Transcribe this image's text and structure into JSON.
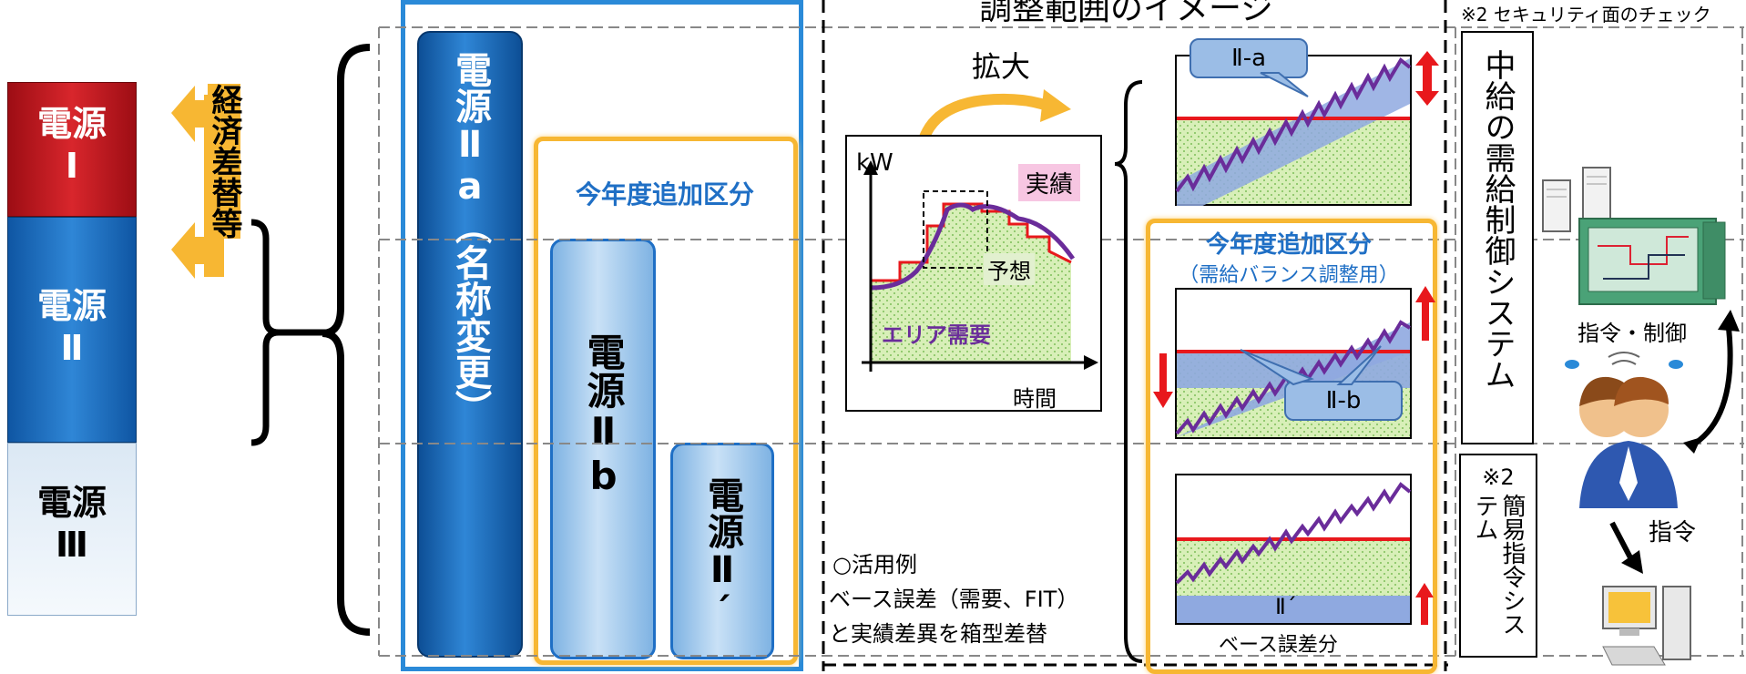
{
  "left": {
    "source1": {
      "line1": "電源",
      "line2": "Ⅰ"
    },
    "source2": {
      "line1": "電源",
      "line2": "Ⅱ"
    },
    "source3": {
      "line1": "電源",
      "line2": "Ⅲ"
    },
    "replace_label": "経済差替等"
  },
  "middle": {
    "source2a": "電源Ⅱa（名称変更）",
    "new_category_title": "今年度追加区分",
    "source2b": "電源Ⅱb",
    "source2prime": "電源Ⅱ´"
  },
  "center": {
    "header": "調整範囲のイメージ",
    "expand_label": "拡大",
    "kw_label": "kW",
    "time_label": "時間",
    "actual_label": "実績",
    "forecast_label": "予想",
    "area_demand_label": "エリア需要",
    "usage_title": "○活用例",
    "usage_line1": "ベース誤差（需要、FIT）",
    "usage_line2": "と実績差異を箱型差替"
  },
  "right": {
    "callout_2a": "Ⅱ-a",
    "new_category_title": "今年度追加区分",
    "new_category_sub": "（需給バランス調整用）",
    "callout_2b": "Ⅱ-b",
    "prime_label": "Ⅱ´",
    "base_error_label": "ベース誤差分"
  },
  "far_right": {
    "note_top": "※2 セキュリティ面のチェック",
    "central_system": "中給の需給制御システム",
    "note2": "※2",
    "simple_system": "簡易指令システム",
    "command_control": "指令・制御",
    "command": "指令"
  },
  "colors": {
    "source1_red": "#c0141c",
    "source2_blue": "#1f6fc5",
    "orange_frame": "#f7b733",
    "demand_purple": "#6a2c9a",
    "red_line": "#e8181c",
    "area_green": "#cfe8b0"
  },
  "icons": [
    "up-arrow-icon",
    "down-arrow-icon",
    "double-arrow-icon",
    "server-icon",
    "control-panel-icon",
    "operators-icon",
    "computer-icon",
    "curved-arrow-icon"
  ]
}
